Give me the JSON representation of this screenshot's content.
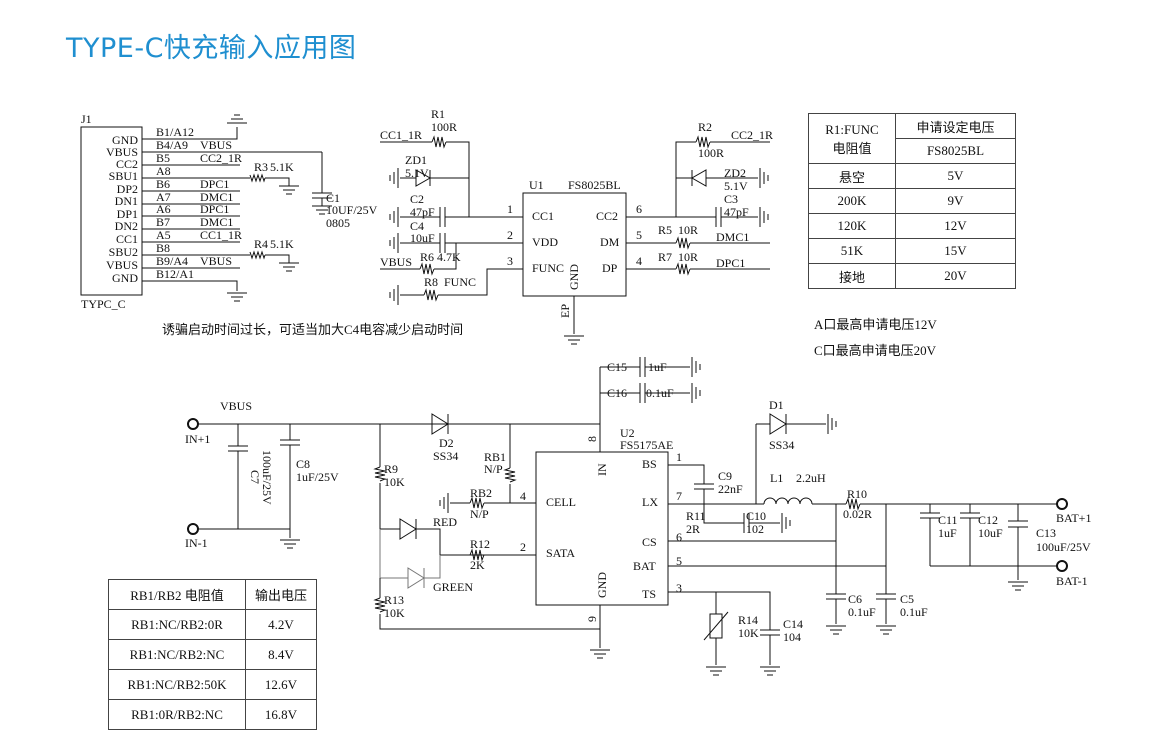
{
  "title": "TYPE-C快充输入应用图",
  "func_table": {
    "header_left": "R1:FUNC\n电阻值",
    "header_right": "申请设定电压",
    "chip": "FS8025BL",
    "rows": [
      {
        "r": "悬空",
        "v": "5V"
      },
      {
        "r": "200K",
        "v": "9V"
      },
      {
        "r": "120K",
        "v": "12V"
      },
      {
        "r": "51K",
        "v": "15V"
      },
      {
        "r": "接地",
        "v": "20V"
      }
    ]
  },
  "notes": {
    "a_port": "A口最高申请电压12V",
    "c_port": "C口最高申请电压20V",
    "startup": "诱骗启动时间过长，可适当加大C4电容减少启动时间"
  },
  "rb_table": {
    "header_left": "RB1/RB2 电阻值",
    "header_right": "输出电压",
    "rows": [
      {
        "r": "RB1:NC/RB2:0R",
        "v": "4.2V"
      },
      {
        "r": "RB1:NC/RB2:NC",
        "v": "8.4V"
      },
      {
        "r": "RB1:NC/RB2:50K",
        "v": "12.6V"
      },
      {
        "r": "RB1:0R/RB2:NC",
        "v": "16.8V"
      }
    ]
  },
  "labels": {
    "j1": "J1",
    "typec": "TYPC_C",
    "p_gnd1": "GND",
    "p_vbus1": "VBUS",
    "p_cc2": "CC2",
    "p_sbu1": "SBU1",
    "p_dp2": "DP2",
    "p_dn1": "DN1",
    "p_dp1": "DP1",
    "p_dn2": "DN2",
    "p_cc1": "CC1",
    "p_sbu2": "SBU2",
    "p_vbus2": "VBUS",
    "p_gnd2": "GND",
    "n_b1a12": "B1/A12",
    "n_b4a9": "B4/A9",
    "n_b5": "B5",
    "n_a8": "A8",
    "n_b6": "B6",
    "n_a7": "A7",
    "n_a6": "A6",
    "n_b7": "B7",
    "n_a5": "A5",
    "n_b8": "B8",
    "n_b9a4": "B9/A4",
    "n_b12a1": "B12/A1",
    "vbus": "VBUS",
    "cc2_1r": "CC2_1R",
    "cc1_1r": "CC1_1R",
    "dpc1": "DPC1",
    "dmc1": "DMC1",
    "r3": "R3",
    "r3v": "5.1K",
    "r4": "R4",
    "r4v": "5.1K",
    "c1": "C1",
    "c1v": "10UF/25V",
    "c1p": "0805",
    "r1": "R1",
    "r1v": "100R",
    "zd1": "ZD1",
    "zd1v": "5.1V",
    "c2": "C2",
    "c2v": "47pF",
    "c4": "C4",
    "c4v": "10uF",
    "r6": "R6",
    "r6v": "4.7K",
    "r8": "R8",
    "func": "FUNC",
    "u1": "U1",
    "u1p": "FS8025BL",
    "u1_cc1": "CC1",
    "u1_vdd": "VDD",
    "u1_func": "FUNC",
    "u1_gnd": "GND",
    "u1_cc2": "CC2",
    "u1_dm": "DM",
    "u1_dp": "DP",
    "ep": "EP",
    "pin1": "1",
    "pin2": "2",
    "pin3": "3",
    "pin4": "4",
    "pin5": "5",
    "pin6": "6",
    "pin7": "7",
    "pin8": "8",
    "pin9": "9",
    "r2": "R2",
    "r2v": "100R",
    "zd2": "ZD2",
    "zd2v": "5.1V",
    "c3": "C3",
    "c3v": "47pF",
    "r5": "R5",
    "r5v": "10R",
    "r7": "R7",
    "r7v": "10R",
    "c15": "C15",
    "c15v": "1uF",
    "c16": "C16",
    "c16v": "0.1uF",
    "in_p": "IN+1",
    "in_m": "IN-1",
    "c7": "C7",
    "c7v": "100uF/25V",
    "c8": "C8",
    "c8v": "1uF/25V",
    "d2": "D2",
    "d2v": "SS34",
    "d1": "D1",
    "d1v": "SS34",
    "r9": "R9",
    "r9v": "10K",
    "rb1": "RB1",
    "rb1v": "N/P",
    "rb2": "RB2",
    "rb2v": "N/P",
    "r12": "R12",
    "r12v": "2K",
    "red": "RED",
    "green": "GREEN",
    "r13": "R13",
    "r13v": "10K",
    "u2": "U2",
    "u2p": "FS5175AE",
    "u2_in": "IN",
    "u2_cell": "CELL",
    "u2_sata": "SATA",
    "u2_gnd": "GND",
    "u2_bs": "BS",
    "u2_lx": "LX",
    "u2_cs": "CS",
    "u2_bat": "BAT",
    "u2_ts": "TS",
    "c9": "C9",
    "c9v": "22nF",
    "r11": "R11",
    "r11v": "2R",
    "c10": "C10",
    "c10v": "102",
    "l1": "L1",
    "l1v": "2.2uH",
    "r10": "R10",
    "r10v": "0.02R",
    "c11": "C11",
    "c11v": "1uF",
    "c12": "C12",
    "c12v": "10uF",
    "c13": "C13",
    "c13v": "100uF/25V",
    "bat_p": "BAT+1",
    "bat_m": "BAT-1",
    "c6": "C6",
    "c6v": "0.1uF",
    "c5": "C5",
    "c5v": "0.1uF",
    "r14": "R14",
    "r14v": "10K",
    "c14": "C14",
    "c14v": "104"
  }
}
